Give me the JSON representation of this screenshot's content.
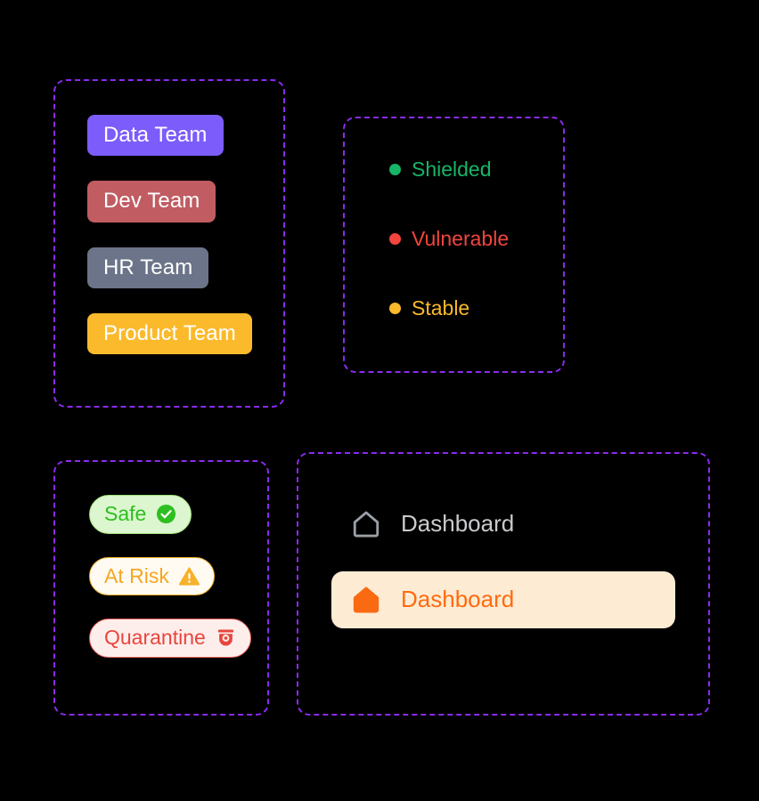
{
  "canvas": {
    "background": "#000000",
    "panel_border_color": "#8B2BEF"
  },
  "teams_panel": {
    "chips": [
      {
        "label": "Data Team",
        "bg": "#7C5CFA",
        "text": "#FFFFFF"
      },
      {
        "label": "Dev Team",
        "bg": "#C05C62",
        "text": "#FFFFFF"
      },
      {
        "label": "HR Team",
        "bg": "#6B7488",
        "text": "#FFFFFF"
      },
      {
        "label": "Product Team",
        "bg": "#FBBA2C",
        "text": "#FFFFFF"
      }
    ]
  },
  "legend_panel": {
    "items": [
      {
        "label": "Shielded",
        "color": "#17B567",
        "dot": "#17B567"
      },
      {
        "label": "Vulnerable",
        "color": "#F1453D",
        "dot": "#F1453D"
      },
      {
        "label": "Stable",
        "color": "#FBBA2C",
        "dot": "#FBBA2C"
      }
    ]
  },
  "badges_panel": {
    "badges": [
      {
        "label": "Safe",
        "icon": "check-circle-icon",
        "bg": "#DCF6CF",
        "border": "#9FE07C",
        "text": "#2DBF20",
        "icon_color": "#2DBF20"
      },
      {
        "label": "At Risk",
        "icon": "warning-triangle-icon",
        "bg": "#FFFBF2",
        "border": "#F7B12B",
        "text": "#F5A623",
        "icon_color": "#F7B12B"
      },
      {
        "label": "Quarantine",
        "icon": "security-camera-icon",
        "bg": "#FDEEEC",
        "border": "#F0635B",
        "text": "#E8453C",
        "icon_color": "#E8453C"
      }
    ]
  },
  "nav_panel": {
    "items": [
      {
        "label": "Dashboard",
        "icon": "home-icon",
        "state": "inactive",
        "icon_color": "#9AA0A6",
        "text_color": "#C9CACC",
        "bg": "transparent"
      },
      {
        "label": "Dashboard",
        "icon": "home-icon",
        "state": "active",
        "icon_color": "#FA6A12",
        "text_color": "#FF6B0F",
        "bg": "#FDEBD4"
      }
    ]
  }
}
